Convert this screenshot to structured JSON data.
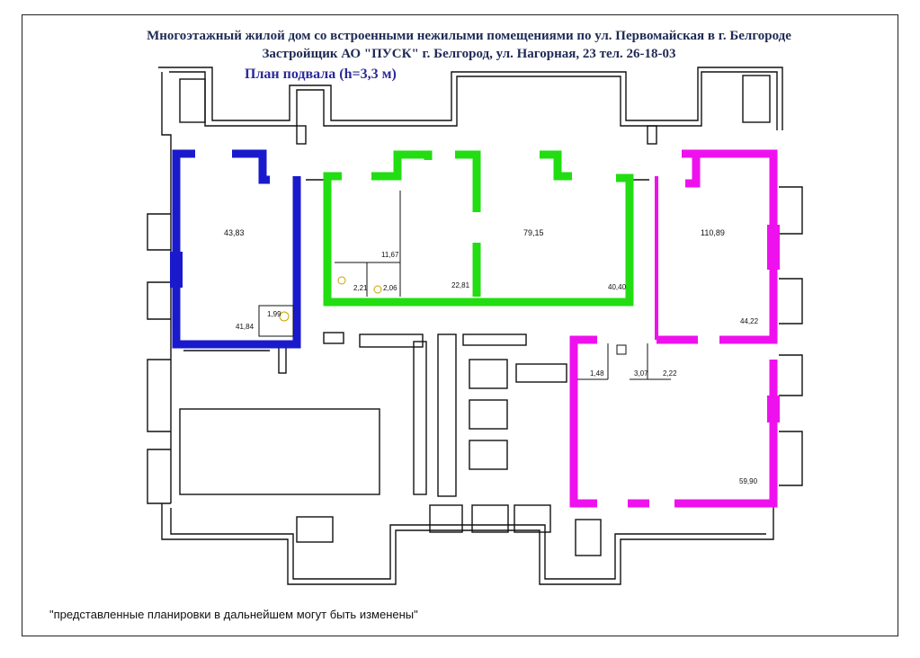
{
  "header": {
    "title_line1": "Многоэтажный жилой дом со встроенными нежилыми помещениями по ул. Первомайская в г. Белгороде",
    "title_line2": "Застройщик АО \"ПУСК\" г. Белгород, ул. Нагорная, 23 тел. 26-18-03",
    "subtitle": "План подвала (h=3,3 м)"
  },
  "footnote": "\"представленные планировки в дальнейшем  могут быть изменены\"",
  "colors": {
    "blue_unit": "#1a1acc",
    "green_unit": "#22dd11",
    "magenta_unit": "#ee11ee",
    "wall_fill": "#ffffff",
    "wall_stroke": "#111111"
  },
  "rooms": {
    "blue_main": "43,83",
    "blue_total": "41,84",
    "blue_wc": "1,99",
    "green_small": "11,67",
    "green_wc1": "2,21",
    "green_wc2": "2,06",
    "green_mid": "22,81",
    "green_big": "79,15",
    "green_total": "40,40",
    "magenta_top": "110,89",
    "magenta_top_total": "44,22",
    "magenta_wc1": "1,48",
    "magenta_wc2": "3,07",
    "magenta_wc3": "2,22",
    "magenta_bottom": "59,90"
  }
}
